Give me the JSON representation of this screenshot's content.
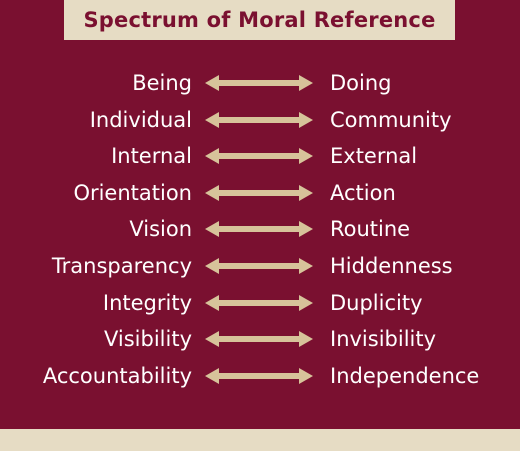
{
  "title": "Spectrum of Moral Reference",
  "colors": {
    "background": "#7a1030",
    "title_box": "#e6dcc4",
    "title_text": "#7a1030",
    "arrow": "#d7c39a",
    "terms": "#ffffff"
  },
  "pairs": [
    {
      "left": "Being",
      "right": "Doing"
    },
    {
      "left": "Individual",
      "right": "Community"
    },
    {
      "left": "Internal",
      "right": "External"
    },
    {
      "left": "Orientation",
      "right": "Action"
    },
    {
      "left": "Vision",
      "right": "Routine"
    },
    {
      "left": "Transparency",
      "right": "Hiddenness"
    },
    {
      "left": "Integrity",
      "right": "Duplicity"
    },
    {
      "left": "Visibility",
      "right": "Invisibility"
    },
    {
      "left": "Accountability",
      "right": "Independence"
    }
  ]
}
